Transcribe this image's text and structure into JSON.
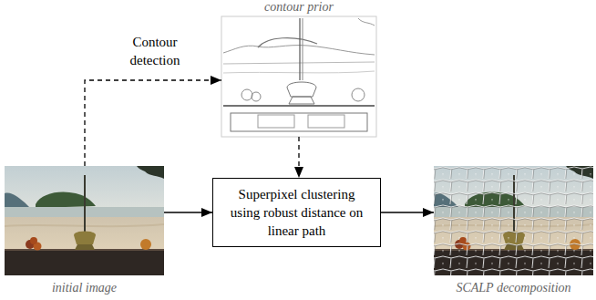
{
  "diagram": {
    "nodes": [
      {
        "text": [
          "contour prior"
        ]
      },
      {
        "text": [
          "initial image"
        ]
      },
      {
        "text": [
          "Superpixel clustering using robust distance on linear path"
        ]
      },
      {
        "text": [
          "SCALP decomposition"
        ]
      }
    ],
    "edges": [
      {
        "from": 1,
        "to": 0,
        "arrow": "to",
        "label": "Contour detection"
      },
      {
        "from": 1,
        "to": 2,
        "arrow": "to"
      },
      {
        "from": 0,
        "to": 2,
        "arrow": "to"
      },
      {
        "from": 2,
        "to": 3,
        "arrow": "to"
      }
    ]
  }
}
